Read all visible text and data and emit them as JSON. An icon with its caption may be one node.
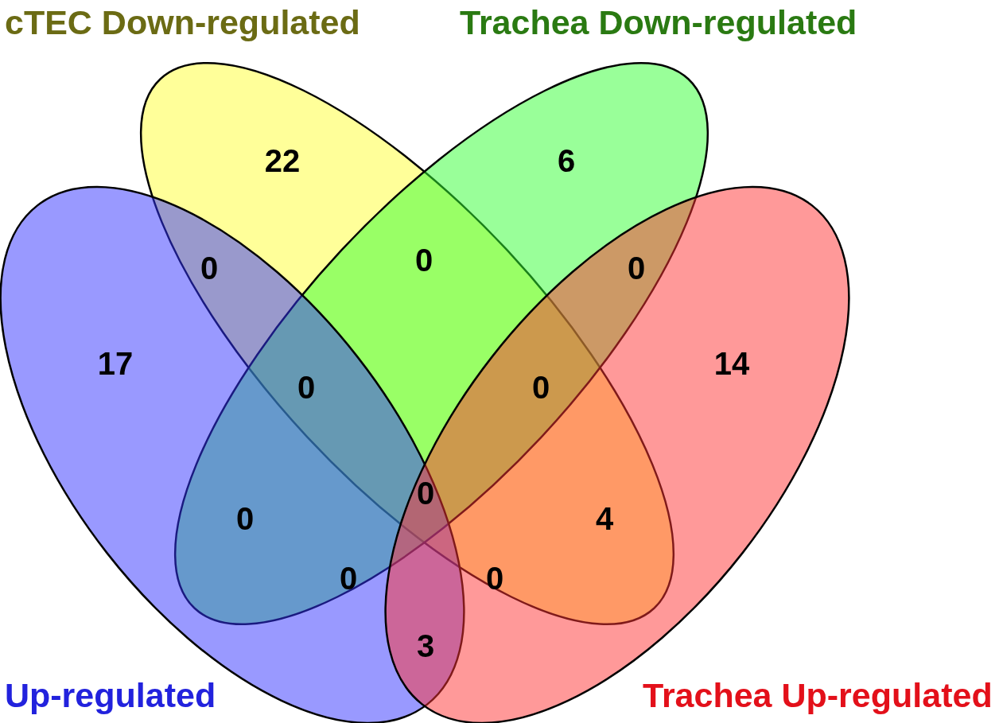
{
  "diagram": {
    "nodes": [
      {
        "text": [
          "cTEC Down-regulated"
        ]
      },
      {
        "text": [
          "Trachea Down-regulated"
        ]
      },
      {
        "text": [
          "Up-regulated"
        ]
      },
      {
        "text": [
          "Trachea Up-regulated"
        ]
      }
    ],
    "labels": [
      "22",
      "6",
      "0",
      "0",
      "0",
      "17",
      "0",
      "0",
      "14",
      "0",
      "0",
      "4",
      "0",
      "0",
      "3"
    ]
  }
}
